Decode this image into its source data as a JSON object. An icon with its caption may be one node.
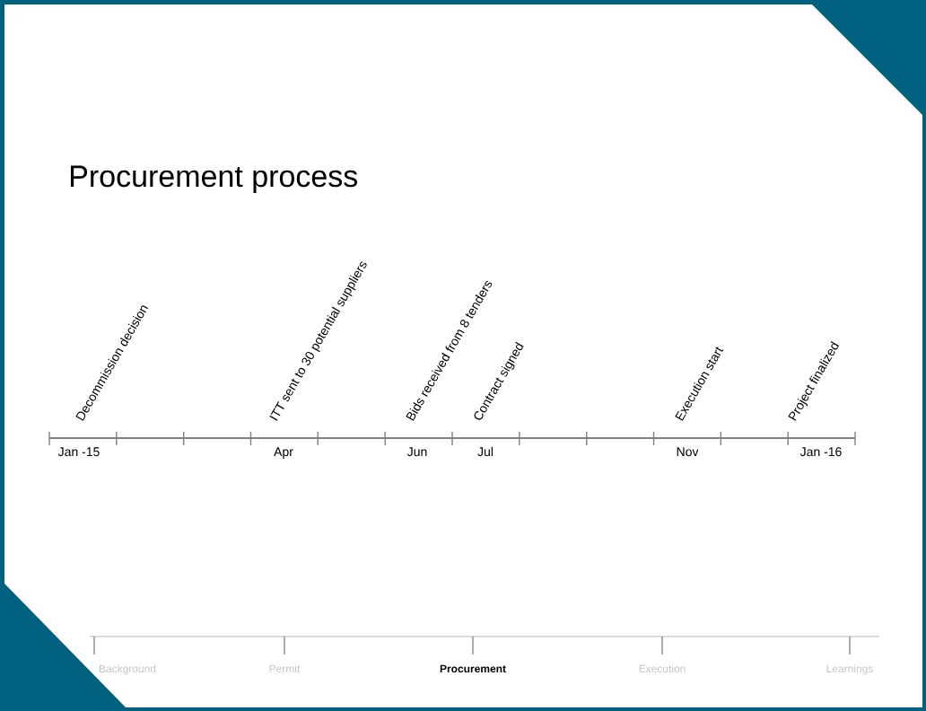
{
  "diagram": {
    "title": "Procurement process",
    "labels": [
      "Decommission decision",
      "ITT sent to 30 potential suppliers",
      "Bids received from 8 tenders",
      "Contract signed",
      "Execution start",
      "Project finalized",
      "Jan -15",
      "Apr",
      "Jun",
      "Jul",
      "Nov",
      "Jan -16",
      "Background",
      "Permit",
      "Procurement",
      "Execution",
      "Learnings"
    ]
  }
}
